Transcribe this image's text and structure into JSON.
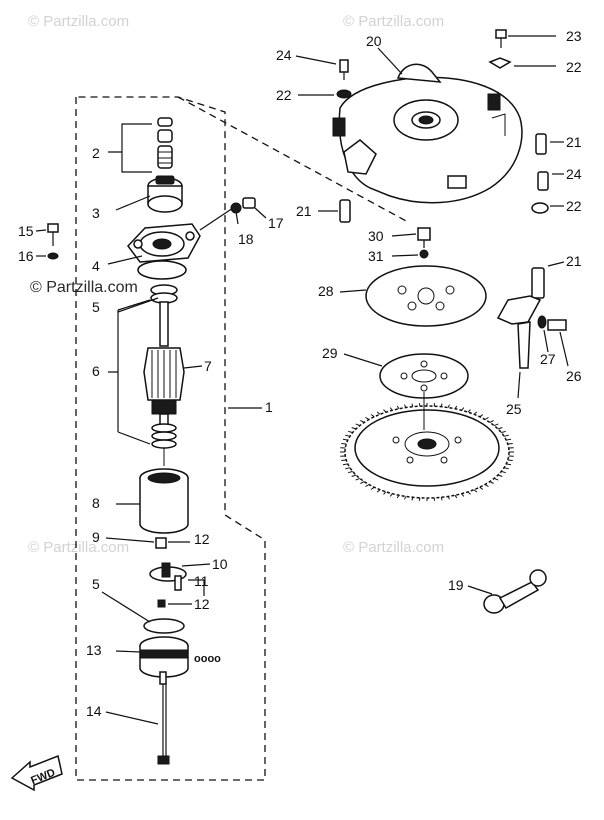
{
  "watermarks": {
    "repeat": "© Partzilla.com",
    "prominent": "© Partzilla.com"
  },
  "callouts": {
    "c1": "1",
    "c2": "2",
    "c3": "3",
    "c4": "4",
    "c5a": "5",
    "c5b": "5",
    "c6": "6",
    "c7": "7",
    "c8": "8",
    "c9": "9",
    "c10": "10",
    "c11": "11",
    "c12a": "12",
    "c12b": "12",
    "c13": "13",
    "c14": "14",
    "c15": "15",
    "c16": "16",
    "c17": "17",
    "c18": "18",
    "c19": "19",
    "c20": "20",
    "c21a": "21",
    "c21b": "21",
    "c21c": "21",
    "c22a": "22",
    "c22b": "22",
    "c22c": "22",
    "c23": "23",
    "c24a": "24",
    "c24b": "24",
    "c25": "25",
    "c26": "26",
    "c27": "27",
    "c28": "28",
    "c29": "29",
    "c30": "30",
    "c31": "31"
  },
  "fwd_label": "FWD",
  "colors": {
    "line": "#111111",
    "watermark": "#d2d2d2",
    "background": "#ffffff"
  }
}
